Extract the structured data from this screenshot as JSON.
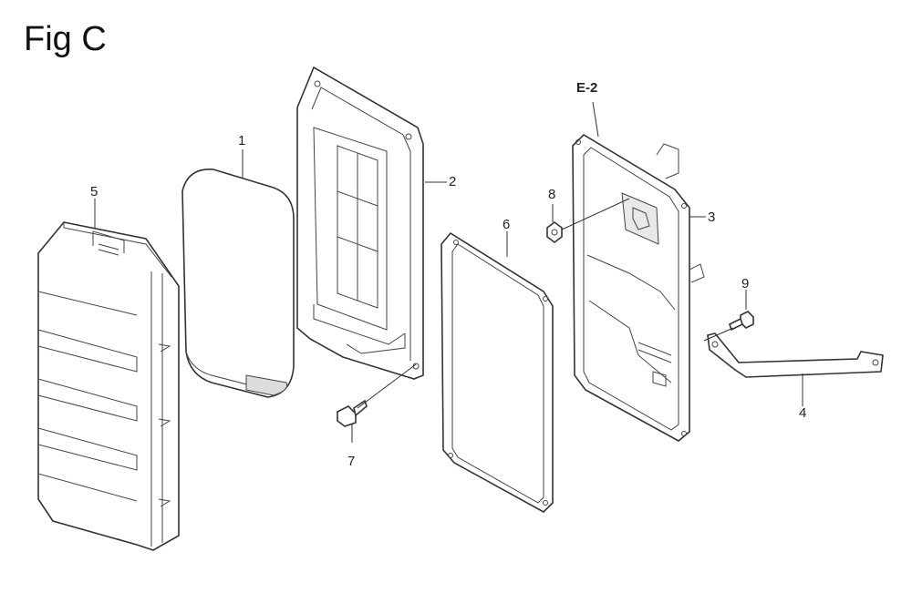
{
  "figure_title": "Fig C",
  "ref_section": "E-2",
  "callouts": [
    {
      "id": "c1",
      "label": "1"
    },
    {
      "id": "c2",
      "label": "2"
    },
    {
      "id": "c3",
      "label": "3"
    },
    {
      "id": "c4",
      "label": "4"
    },
    {
      "id": "c5",
      "label": "5"
    },
    {
      "id": "c6",
      "label": "6"
    },
    {
      "id": "c7",
      "label": "7"
    },
    {
      "id": "c8",
      "label": "8"
    },
    {
      "id": "c9",
      "label": "9"
    }
  ]
}
